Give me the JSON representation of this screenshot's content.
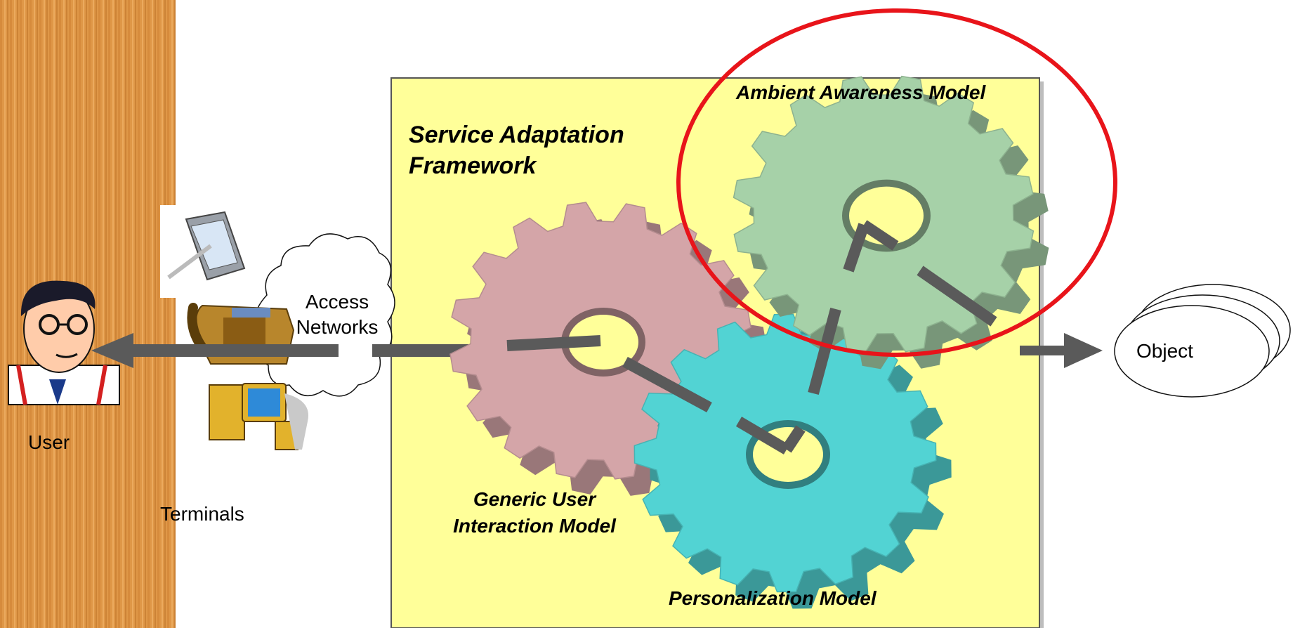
{
  "framework": {
    "title_line1": "Service Adaptation",
    "title_line2": "Framework"
  },
  "models": {
    "ambient": "Ambient Awareness Model",
    "generic_line1": "Generic User",
    "generic_line2": "Interaction Model",
    "personalization": "Personalization Model"
  },
  "user": {
    "label": "User"
  },
  "terminals": {
    "label": "Terminals"
  },
  "networks": {
    "line1": "Access",
    "line2": "Networks"
  },
  "object": {
    "label": "Object"
  },
  "colors": {
    "framework_fill": "#ffff99",
    "ambient_gear": "#a6d1a8",
    "generic_gear": "#d4a5a8",
    "personalization_gear": "#52d3d3",
    "highlight_ring": "#e8141a",
    "arrow": "#5a5a5a"
  }
}
